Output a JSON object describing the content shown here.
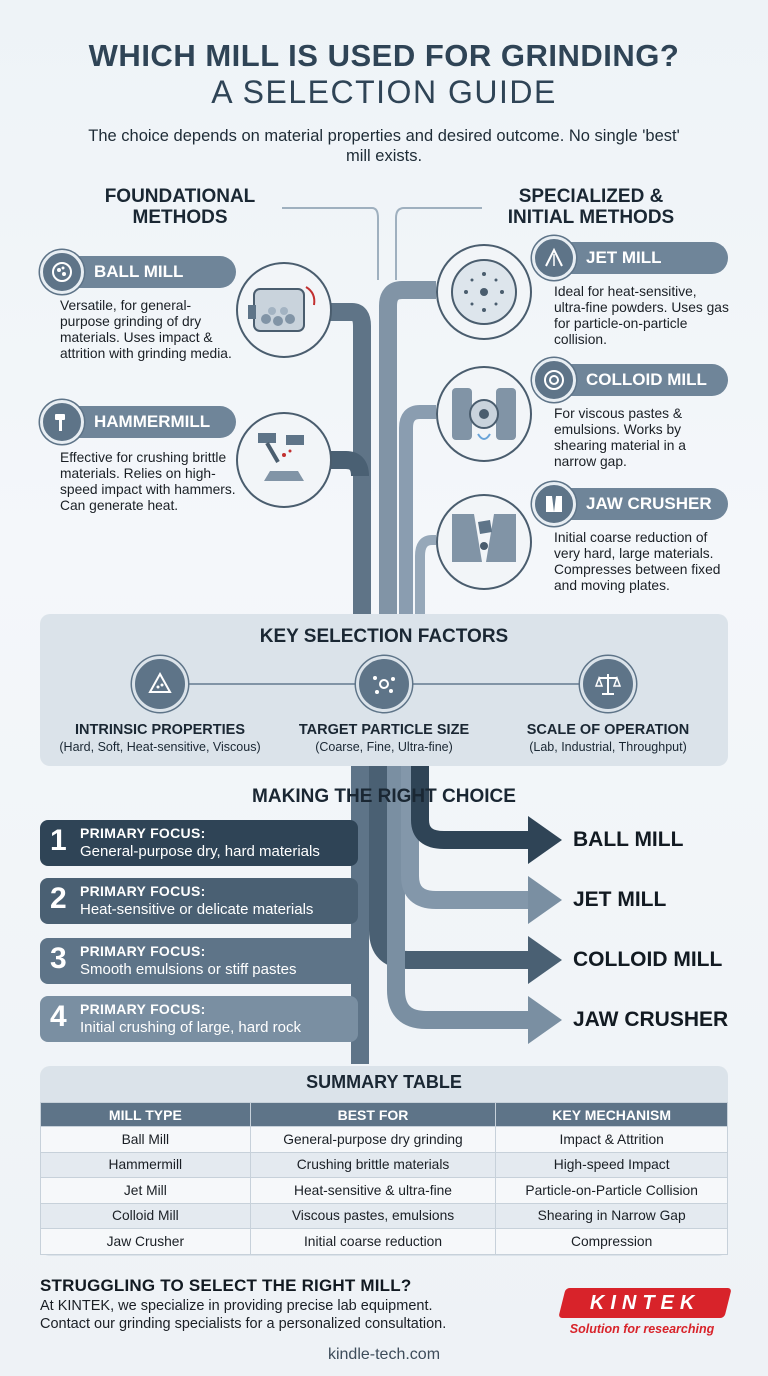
{
  "header": {
    "title_line1": "WHICH MILL IS USED FOR GRINDING?",
    "title_line2": "A SELECTION GUIDE",
    "subtitle": "The choice depends on material properties and desired outcome. No single 'best' mill exists."
  },
  "left_column": {
    "heading": "FOUNDATIONAL METHODS",
    "mills": [
      {
        "name": "BALL MILL",
        "icon": "ball-mill-icon",
        "description": "Versatile, for general-purpose grinding of dry materials. Uses impact & attrition with grinding media."
      },
      {
        "name": "HAMMERMILL",
        "icon": "hammer-icon",
        "description": "Effective for crushing brittle materials. Relies on high-speed impact with hammers. Can generate heat."
      }
    ]
  },
  "right_column": {
    "heading": "SPECIALIZED & INITIAL METHODS",
    "mills": [
      {
        "name": "JET MILL",
        "icon": "jet-icon",
        "description": "Ideal for heat-sensitive, ultra-fine powders. Uses gas for particle-on-particle collision."
      },
      {
        "name": "COLLOID MILL",
        "icon": "rotor-icon",
        "description": "For viscous pastes & emulsions. Works by shearing material in a narrow gap."
      },
      {
        "name": "JAW CRUSHER",
        "icon": "jaw-icon",
        "description": "Initial coarse reduction of very hard, large materials. Compresses between fixed and moving plates."
      }
    ]
  },
  "factors": {
    "title": "KEY SELECTION FACTORS",
    "items": [
      {
        "name": "INTRINSIC PROPERTIES",
        "sub": "(Hard, Soft, Heat-sensitive, Viscous)",
        "icon": "material-icon"
      },
      {
        "name": "TARGET PARTICLE SIZE",
        "sub": "(Coarse, Fine, Ultra-fine)",
        "icon": "particle-icon"
      },
      {
        "name": "SCALE OF OPERATION",
        "sub": "(Lab, Industrial, Throughput)",
        "icon": "scale-icon"
      }
    ]
  },
  "choice": {
    "title": "MAKING THE RIGHT CHOICE",
    "items": [
      {
        "num": "1",
        "label": "PRIMARY FOCUS:",
        "focus": "General-purpose dry, hard materials",
        "result": "BALL MILL"
      },
      {
        "num": "2",
        "label": "PRIMARY FOCUS:",
        "focus": "Heat-sensitive or delicate materials",
        "result": "JET MILL"
      },
      {
        "num": "3",
        "label": "PRIMARY FOCUS:",
        "focus": "Smooth emulsions or stiff pastes",
        "result": "COLLOID MILL"
      },
      {
        "num": "4",
        "label": "PRIMARY FOCUS:",
        "focus": "Initial crushing of large, hard rock",
        "result": "JAW CRUSHER"
      }
    ],
    "colors": [
      "#2f4456",
      "#4a6073",
      "#5e7488",
      "#7a8fa2"
    ]
  },
  "summary": {
    "title": "SUMMARY TABLE",
    "headers": [
      "MILL TYPE",
      "BEST FOR",
      "KEY MECHANISM"
    ],
    "rows": [
      [
        "Ball Mill",
        "General-purpose dry grinding",
        "Impact & Attrition"
      ],
      [
        "Hammermill",
        "Crushing brittle materials",
        "High-speed Impact"
      ],
      [
        "Jet Mill",
        "Heat-sensitive & ultra-fine",
        "Particle-on-Particle Collision"
      ],
      [
        "Colloid Mill",
        "Viscous pastes, emulsions",
        "Shearing in Narrow Gap"
      ],
      [
        "Jaw Crusher",
        "Initial coarse reduction",
        "Compression"
      ]
    ]
  },
  "cta": {
    "title": "STRUGGLING TO SELECT THE RIGHT MILL?",
    "line1": "At KINTEK, we specialize in providing precise lab equipment.",
    "line2": "Contact our grinding specialists for a personalized consultation."
  },
  "brand": {
    "logo": "KINTEK",
    "tagline": "Solution for researching",
    "color": "#d8232a"
  },
  "footer": {
    "url": "kindle-tech.com"
  }
}
